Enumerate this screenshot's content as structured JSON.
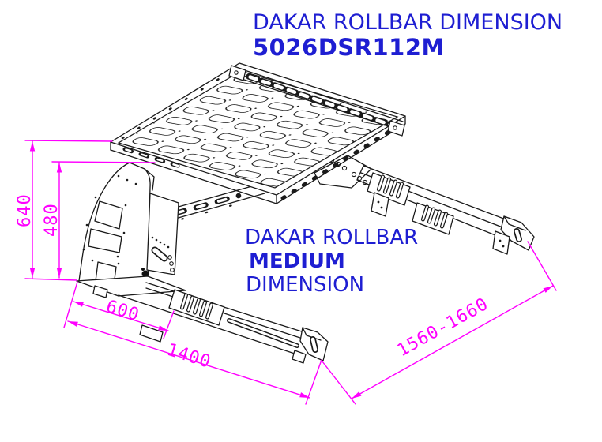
{
  "title": {
    "heading": "DAKAR ROLLBAR DIMENSION",
    "model": "5026DSR112M"
  },
  "label": {
    "line1": "DAKAR ROLLBAR",
    "line2": "MEDIUM",
    "line3": "DIMENSION"
  },
  "dimensions": {
    "total_height": "640",
    "rollbar_height": "480",
    "front_width": "600",
    "rollbar_length": "1400",
    "overall_length_range": "1560-1660"
  },
  "colors": {
    "dimension_lines": "#FF00FF",
    "text_blue": "#1E1ED2",
    "drawing_lines": "#1A1A1A",
    "background": "#FFFFFF"
  }
}
